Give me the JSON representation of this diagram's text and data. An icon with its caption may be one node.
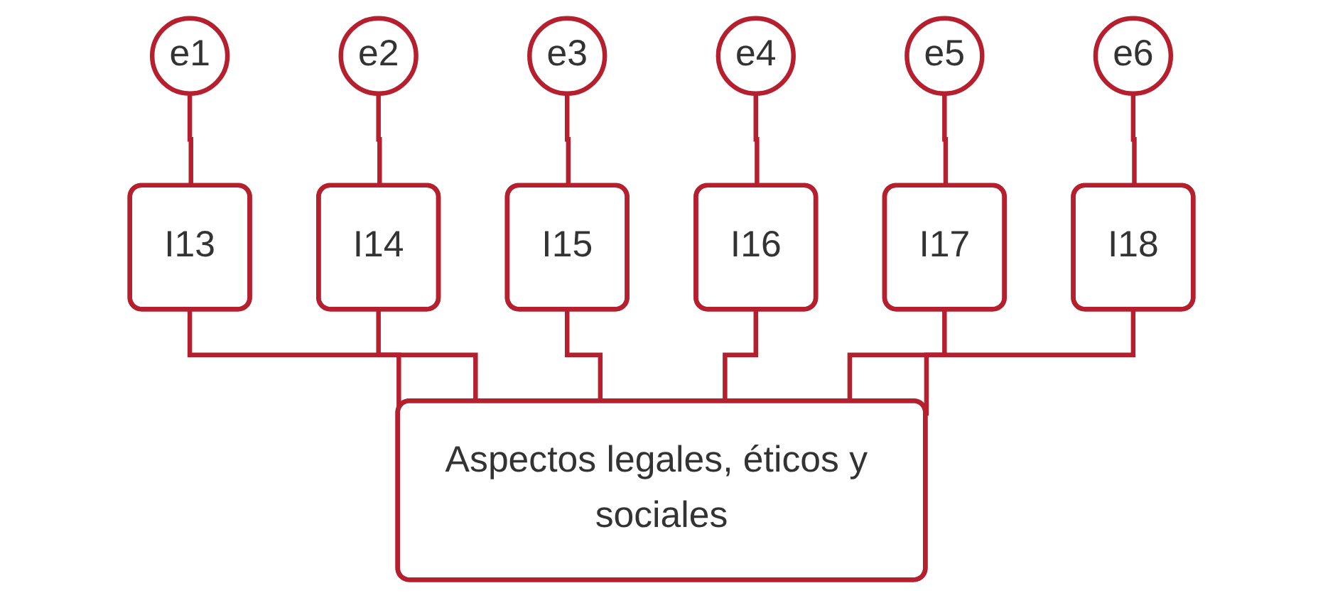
{
  "diagram": {
    "nodes": [
      {
        "text": [
          "e1"
        ]
      },
      {
        "text": [
          "e2"
        ]
      },
      {
        "text": [
          "e3"
        ]
      },
      {
        "text": [
          "e4"
        ]
      },
      {
        "text": [
          "e5"
        ]
      },
      {
        "text": [
          "e6"
        ]
      },
      {
        "text": [
          "I13"
        ]
      },
      {
        "text": [
          "I14"
        ]
      },
      {
        "text": [
          "I15"
        ]
      },
      {
        "text": [
          "I16"
        ]
      },
      {
        "text": [
          "I17"
        ]
      },
      {
        "text": [
          "I18"
        ]
      },
      {
        "text": [
          "Aspectos legales, éticos y sociales"
        ]
      }
    ],
    "edges": [
      {
        "from": 0,
        "to": 6,
        "arrow": "none"
      },
      {
        "from": 1,
        "to": 7,
        "arrow": "none"
      },
      {
        "from": 2,
        "to": 8,
        "arrow": "none"
      },
      {
        "from": 3,
        "to": 9,
        "arrow": "none"
      },
      {
        "from": 4,
        "to": 10,
        "arrow": "none"
      },
      {
        "from": 5,
        "to": 11,
        "arrow": "none"
      },
      {
        "from": 6,
        "to": 12,
        "arrow": "none"
      },
      {
        "from": 7,
        "to": 12,
        "arrow": "none"
      },
      {
        "from": 8,
        "to": 12,
        "arrow": "none"
      },
      {
        "from": 9,
        "to": 12,
        "arrow": "none"
      },
      {
        "from": 10,
        "to": 12,
        "arrow": "none"
      },
      {
        "from": 11,
        "to": 12,
        "arrow": "none"
      }
    ]
  }
}
